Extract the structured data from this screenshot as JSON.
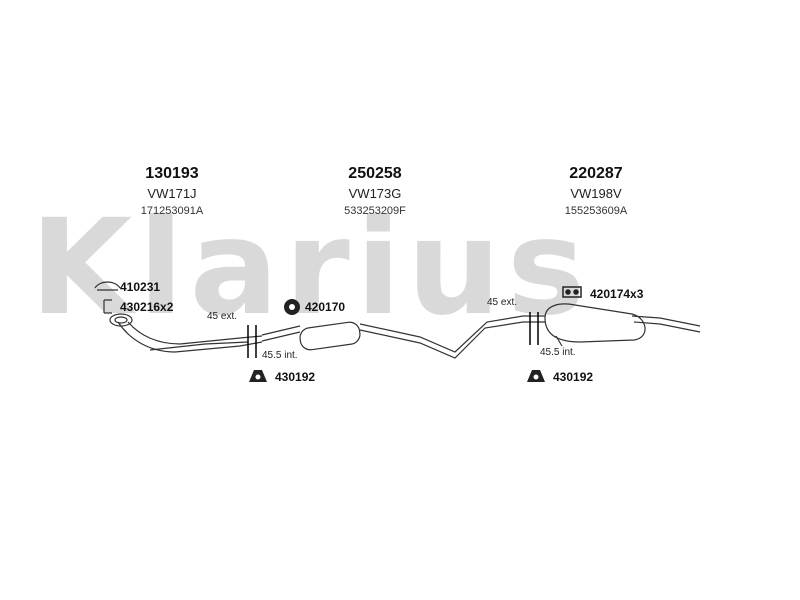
{
  "brand": {
    "watermark": "Klarius"
  },
  "parts": [
    {
      "number": "130193",
      "code": "VW171J",
      "oe": "171253091A"
    },
    {
      "number": "250258",
      "code": "VW173G",
      "oe": "533253209F"
    },
    {
      "number": "220287",
      "code": "VW198V",
      "oe": "155253609A"
    }
  ],
  "accessories": {
    "clamp_410231": "410231",
    "gasket_430216": "430216x2",
    "mount_420170": "420170",
    "mount_430192_left": "430192",
    "mount_430192_right": "430192",
    "mount_420174": "420174x3"
  },
  "dimensions": {
    "left_ext": "45 ext.",
    "left_int": "45.5 int.",
    "right_ext": "45 ext.",
    "right_int": "45.5 int."
  }
}
